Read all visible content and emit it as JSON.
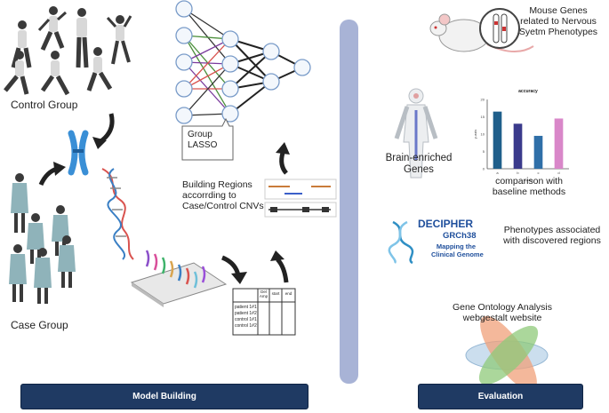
{
  "labels": {
    "control_group": "Control Group",
    "case_group": "Case Group",
    "group_lasso": "Group\nLASSO",
    "building_regions": "Building Regions\naccorrding to\nCase/Control CNVs",
    "mouse_genes": "Mouse Genes\nrelated to Nervous\nSyetm Phenotypes",
    "brain_enriched": "Brain-enriched\nGenes",
    "comparison": "comparison with\nbaseline methods",
    "phenotypes": "Phenotypes associated\nwith discovered regions",
    "gene_ontology": "Gene Ontology Analysis\nwebgestalt website",
    "decipher_name": "DECIPHER",
    "decipher_build": "GRCh38",
    "decipher_tag": "Mapping the\nClinical Genome"
  },
  "table": {
    "headers": [
      "Del\nAmp",
      "start",
      "end"
    ],
    "rows": [
      "patient 1#1",
      "patient 1#2",
      "control 1#1",
      "control 1#2"
    ]
  },
  "banners": {
    "model_building": "Model Building",
    "evaluation": "Evaluation"
  },
  "chart_data": {
    "type": "bar",
    "title": "accuracy",
    "ylabel": "y-axis",
    "xlabel": "x-axis",
    "categories": [
      "a",
      "b",
      "c",
      "d"
    ],
    "values": [
      16.5,
      13,
      9.5,
      14.5
    ],
    "colors": [
      "#1f5f8b",
      "#3b3b8c",
      "#2f6fa8",
      "#d987c9"
    ],
    "ylim": [
      0,
      20
    ],
    "yticks": [
      "0",
      "5",
      "10",
      "15",
      "20"
    ]
  },
  "colors": {
    "banner": "#1f3a63",
    "divider": "#a8b3d6",
    "gown": "#8fb3ba",
    "chromosome": "#3a8fd6"
  }
}
